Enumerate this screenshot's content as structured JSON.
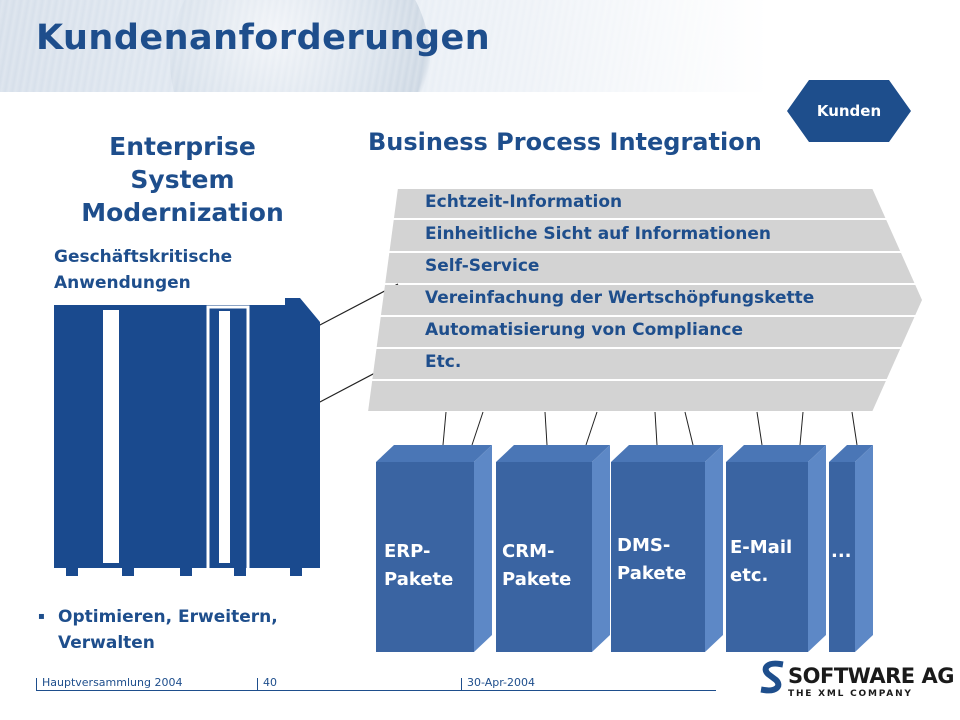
{
  "slide": {
    "title": "Kundenanforderungen",
    "badge": "Kunden",
    "left_heading": [
      "Enterprise",
      "System",
      "Modernization"
    ],
    "left_subheading": [
      "Geschäftskritische",
      "Anwendungen"
    ],
    "right_heading": "Business Process Integration",
    "integration_items": [
      "Echtzeit-Information",
      "Einheitliche Sicht auf Informationen",
      "Self-Service",
      "Vereinfachung der Wertschöpfungskette",
      "Automatisierung von Compliance",
      "Etc."
    ],
    "package_boxes": [
      [
        "ERP-",
        "Pakete"
      ],
      [
        "CRM-",
        "Pakete"
      ],
      [
        "DMS-",
        "Pakete"
      ],
      [
        "E-Mail",
        "etc."
      ],
      [
        "..."
      ]
    ],
    "bullet": [
      "Optimieren, Erweitern,",
      "Verwalten"
    ]
  },
  "footer": {
    "event": "Hauptversammlung 2004",
    "page_number": "40",
    "date": "30-Apr-2004"
  },
  "logo": {
    "name": "SOFTWARE AG",
    "tagline": "THE XML COMPANY"
  },
  "colors": {
    "brand_blue": "#1e4e8c",
    "mainframe_blue": "#1a4a8e",
    "box_front": "#3a64a2",
    "box_side": "#5d88c6",
    "band_gray": "#d3d3d3"
  }
}
